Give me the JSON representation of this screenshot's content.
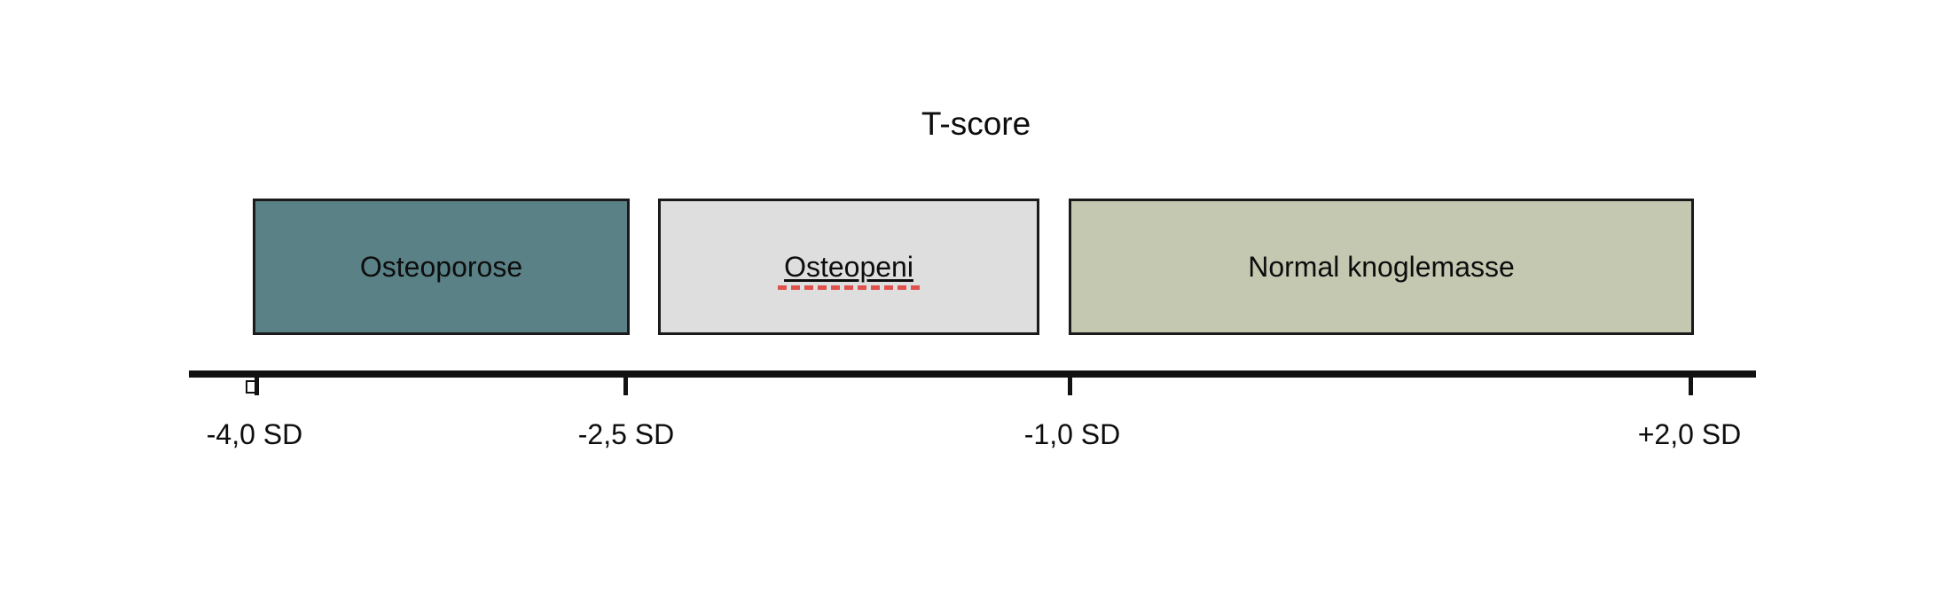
{
  "title": "T-score",
  "boxes": [
    {
      "label": "Osteoporose",
      "range_ticks": [
        "-4,0 SD",
        "-2,5 SD"
      ]
    },
    {
      "label": "Osteopeni",
      "range_ticks": [
        "-2,5 SD",
        "-1,0 SD"
      ],
      "spellcheck_marker": "red-dashed-underline"
    },
    {
      "label": "Normal knoglemasse",
      "range_ticks": [
        "-1,0 SD",
        "+2,0 SD"
      ]
    }
  ],
  "axis": {
    "tick_labels": [
      "-4,0 SD",
      "-2,5 SD",
      "-1,0 SD",
      "+2,0 SD"
    ]
  },
  "colors": {
    "background": "#ffffff",
    "text": "#0d0d0d",
    "box_border": "#1a1a1a",
    "axis_line": "#121212",
    "box1_fill": "#5a8186",
    "box2_fill": "#dedede",
    "box3_fill": "#c4c8b1",
    "spellcheck_red": "#e0504c"
  }
}
